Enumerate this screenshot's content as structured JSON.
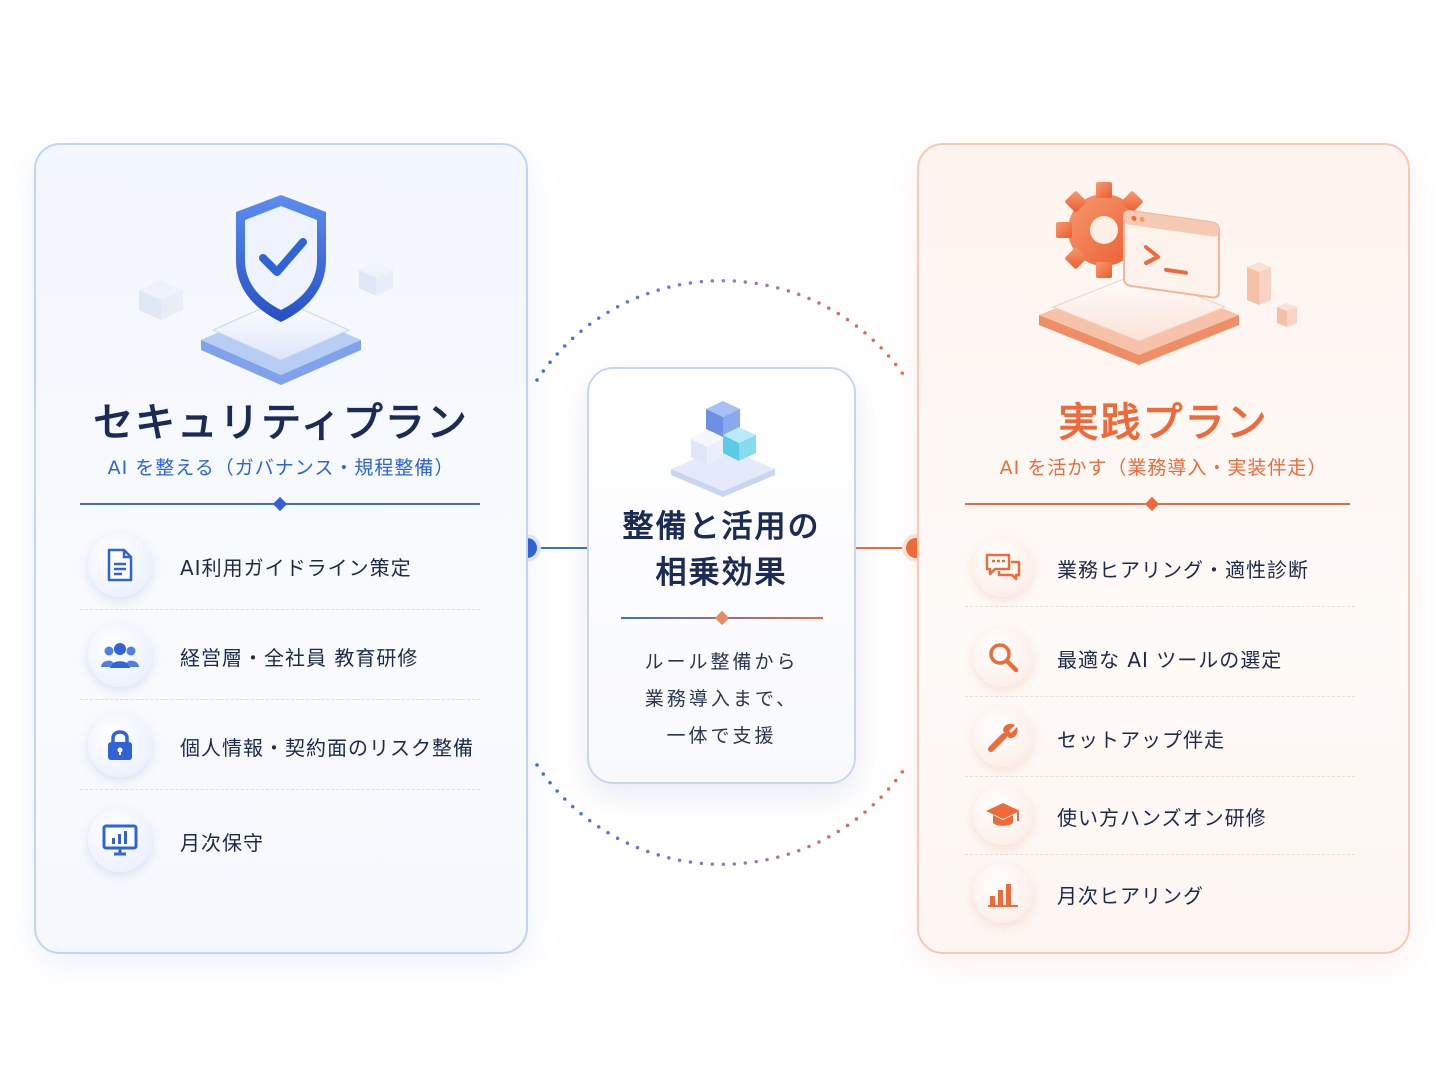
{
  "colors": {
    "navy": "#1b2b55",
    "blue_accent": "#2f63d6",
    "orange_accent": "#ef6a3a",
    "card_left_border": "#c2d3f4",
    "card_right_border": "#f6c9b6"
  },
  "left_plan": {
    "title": "セキュリティプラン",
    "subtitle": "AI を整える（ガバナンス・規程整備）",
    "hero_icon": "shield-check-icon",
    "items": [
      {
        "label": "AI利用ガイドライン策定",
        "icon": "document-icon"
      },
      {
        "label": "経営層・全社員 教育研修",
        "icon": "people-icon"
      },
      {
        "label": "個人情報・契約面のリスク整備",
        "icon": "lock-icon"
      },
      {
        "label": "月次保守",
        "icon": "monitor-chart-icon"
      }
    ]
  },
  "center": {
    "title_line1": "整備と活用の",
    "title_line2": "相乗効果",
    "body_line1": "ルール整備から",
    "body_line2": "業務導入まで、",
    "body_line3": "一体で支援",
    "hero_icon": "cubes-icon"
  },
  "right_plan": {
    "title": "実践プラン",
    "subtitle": "AI を活かす（業務導入・実装伴走）",
    "hero_icon": "gear-terminal-icon",
    "items": [
      {
        "label": "業務ヒアリング・適性診断",
        "icon": "chat-icon"
      },
      {
        "label": "最適な AI ツールの選定",
        "icon": "search-icon"
      },
      {
        "label": "セットアップ伴走",
        "icon": "wrench-icon"
      },
      {
        "label": "使い方ハンズオン研修",
        "icon": "graduation-cap-icon"
      },
      {
        "label": "月次ヒアリング",
        "icon": "bar-chart-icon"
      }
    ]
  }
}
